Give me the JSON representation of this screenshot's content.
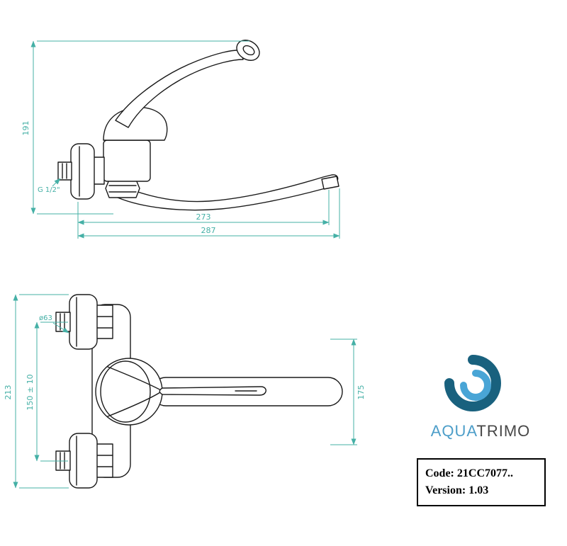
{
  "drawing": {
    "side_view": {
      "height_label": "191",
      "thread_label": "G 1/2\"",
      "reach_label": "273",
      "overall_reach_label": "287"
    },
    "front_view": {
      "overall_height_label": "213",
      "centers_label": "150 ± 10",
      "flange_diameter_label": "ø63",
      "spout_label": "175"
    }
  },
  "logo": {
    "brand_first": "AQUA",
    "brand_second": "TRIMO"
  },
  "title_block": {
    "code_line": "Code: 21CC7077..",
    "version_line": "Version: 1.03"
  },
  "colors": {
    "dimension": "#45b0a6",
    "ink": "#1a1a1a",
    "logo_dark": "#19617e",
    "logo_light": "#49a5d6",
    "brand_first": "#4d9ec9",
    "brand_second": "#474747"
  }
}
